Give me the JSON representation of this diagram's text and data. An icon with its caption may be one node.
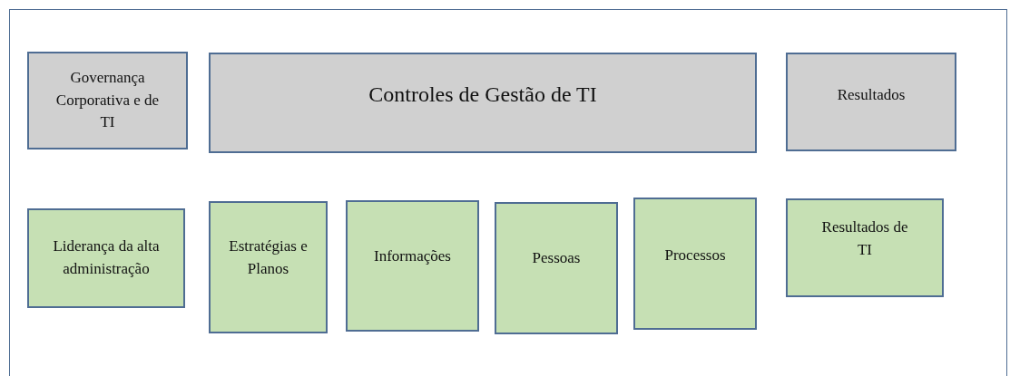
{
  "diagram": {
    "nodes": [
      {
        "text": [
          "Governança Corporativa e de TI"
        ]
      },
      {
        "text": [
          "Controles de Gestão de TI"
        ]
      },
      {
        "text": [
          "Resultados"
        ]
      },
      {
        "text": [
          "Liderança da alta administração"
        ]
      },
      {
        "text": [
          "Estratégias e Planos"
        ]
      },
      {
        "text": [
          "Informações"
        ]
      },
      {
        "text": [
          "Pessoas"
        ]
      },
      {
        "text": [
          "Processos"
        ]
      },
      {
        "text": [
          "Resultados de TI"
        ]
      }
    ]
  }
}
